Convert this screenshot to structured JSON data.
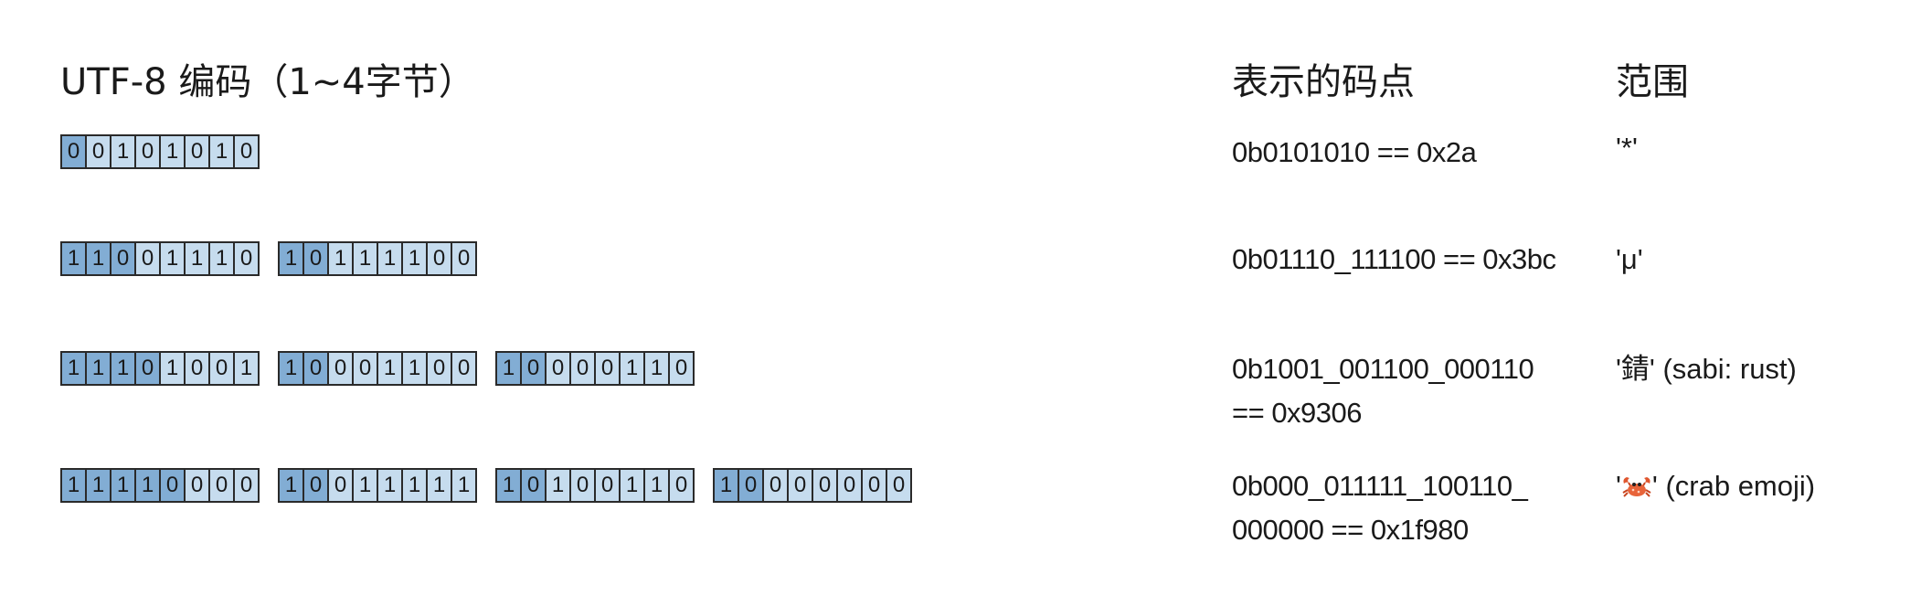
{
  "headers": {
    "encoding": "UTF-8 编码（1~4字节）",
    "code_point": "表示的码点",
    "range": "范围"
  },
  "colors": {
    "bit_light": "#c6dcee",
    "bit_dark": "#82add4",
    "border": "#2a2a2a"
  },
  "rows": [
    {
      "bytes": [
        {
          "bits": [
            "0",
            "0",
            "1",
            "0",
            "1",
            "0",
            "1",
            "0"
          ],
          "prefix_len": 1
        }
      ],
      "code_point_lines": [
        "0b0101010 == 0x2a"
      ],
      "range": "'*'"
    },
    {
      "bytes": [
        {
          "bits": [
            "1",
            "1",
            "0",
            "0",
            "1",
            "1",
            "1",
            "0"
          ],
          "prefix_len": 3
        },
        {
          "bits": [
            "1",
            "0",
            "1",
            "1",
            "1",
            "1",
            "0",
            "0"
          ],
          "prefix_len": 2
        }
      ],
      "code_point_lines": [
        "0b01110_111100 == 0x3bc"
      ],
      "range": "'μ'"
    },
    {
      "bytes": [
        {
          "bits": [
            "1",
            "1",
            "1",
            "0",
            "1",
            "0",
            "0",
            "1"
          ],
          "prefix_len": 4
        },
        {
          "bits": [
            "1",
            "0",
            "0",
            "0",
            "1",
            "1",
            "0",
            "0"
          ],
          "prefix_len": 2
        },
        {
          "bits": [
            "1",
            "0",
            "0",
            "0",
            "0",
            "1",
            "1",
            "0"
          ],
          "prefix_len": 2
        }
      ],
      "code_point_lines": [
        "0b1001_001100_000110",
        "== 0x9306"
      ],
      "range": "'錆' (sabi: rust)"
    },
    {
      "bytes": [
        {
          "bits": [
            "1",
            "1",
            "1",
            "1",
            "0",
            "0",
            "0",
            "0"
          ],
          "prefix_len": 5
        },
        {
          "bits": [
            "1",
            "0",
            "0",
            "1",
            "1",
            "1",
            "1",
            "1"
          ],
          "prefix_len": 2
        },
        {
          "bits": [
            "1",
            "0",
            "1",
            "0",
            "0",
            "1",
            "1",
            "0"
          ],
          "prefix_len": 2
        },
        {
          "bits": [
            "1",
            "0",
            "0",
            "0",
            "0",
            "0",
            "0",
            "0"
          ],
          "prefix_len": 2
        }
      ],
      "code_point_lines": [
        "0b000_011111_100110_",
        "000000 == 0x1f980"
      ],
      "range_quote_open": "'",
      "range_icon": "crab-emoji",
      "range_rest": "' (crab emoji)"
    }
  ]
}
